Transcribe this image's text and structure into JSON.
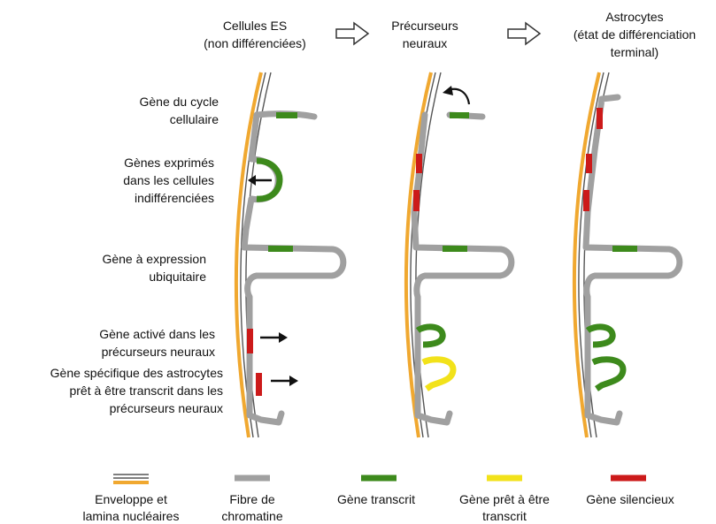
{
  "headers": {
    "es": [
      "Cellules ES",
      "(non différenciées)"
    ],
    "precursors": [
      "Précurseurs",
      "neuraux"
    ],
    "astrocytes": [
      "Astrocytes",
      "(état de différenciation",
      "terminal)"
    ]
  },
  "gene_labels": {
    "cell_cycle": [
      "Gène du cycle",
      "cellulaire"
    ],
    "undiff": [
      "Gènes exprimés",
      "dans les cellules",
      "indifférenciées"
    ],
    "ubiquitous": [
      "Gène à expression",
      "ubiquitaire"
    ],
    "activated": [
      "Gène activé dans les",
      "précurseurs neuraux"
    ],
    "astro_specific": [
      "Gène spécifique des astrocytes",
      "prêt à être transcrit dans les",
      "précurseurs neuraux"
    ]
  },
  "legend": {
    "envelope": [
      "Enveloppe et",
      "lamina nucléaires"
    ],
    "chromatin": [
      "Fibre de",
      "chromatine"
    ],
    "transcribed": [
      "Gène transcrit"
    ],
    "ready": [
      "Gène prêt à être",
      "transcrit"
    ],
    "silenced": [
      "Gène silencieux"
    ]
  },
  "colors": {
    "chromatin": "#a0a0a0",
    "transcribed": "#3d8a1c",
    "ready": "#f2e21a",
    "silenced": "#cc1a1a",
    "lamina": "#f0a830",
    "envelope": "#555555",
    "arrow": "#111111",
    "arrow_outline": "#333333"
  },
  "icons": {
    "stage_arrow": "hollow-right-arrow-icon",
    "activity_arrow": "black-arrow-icon"
  }
}
